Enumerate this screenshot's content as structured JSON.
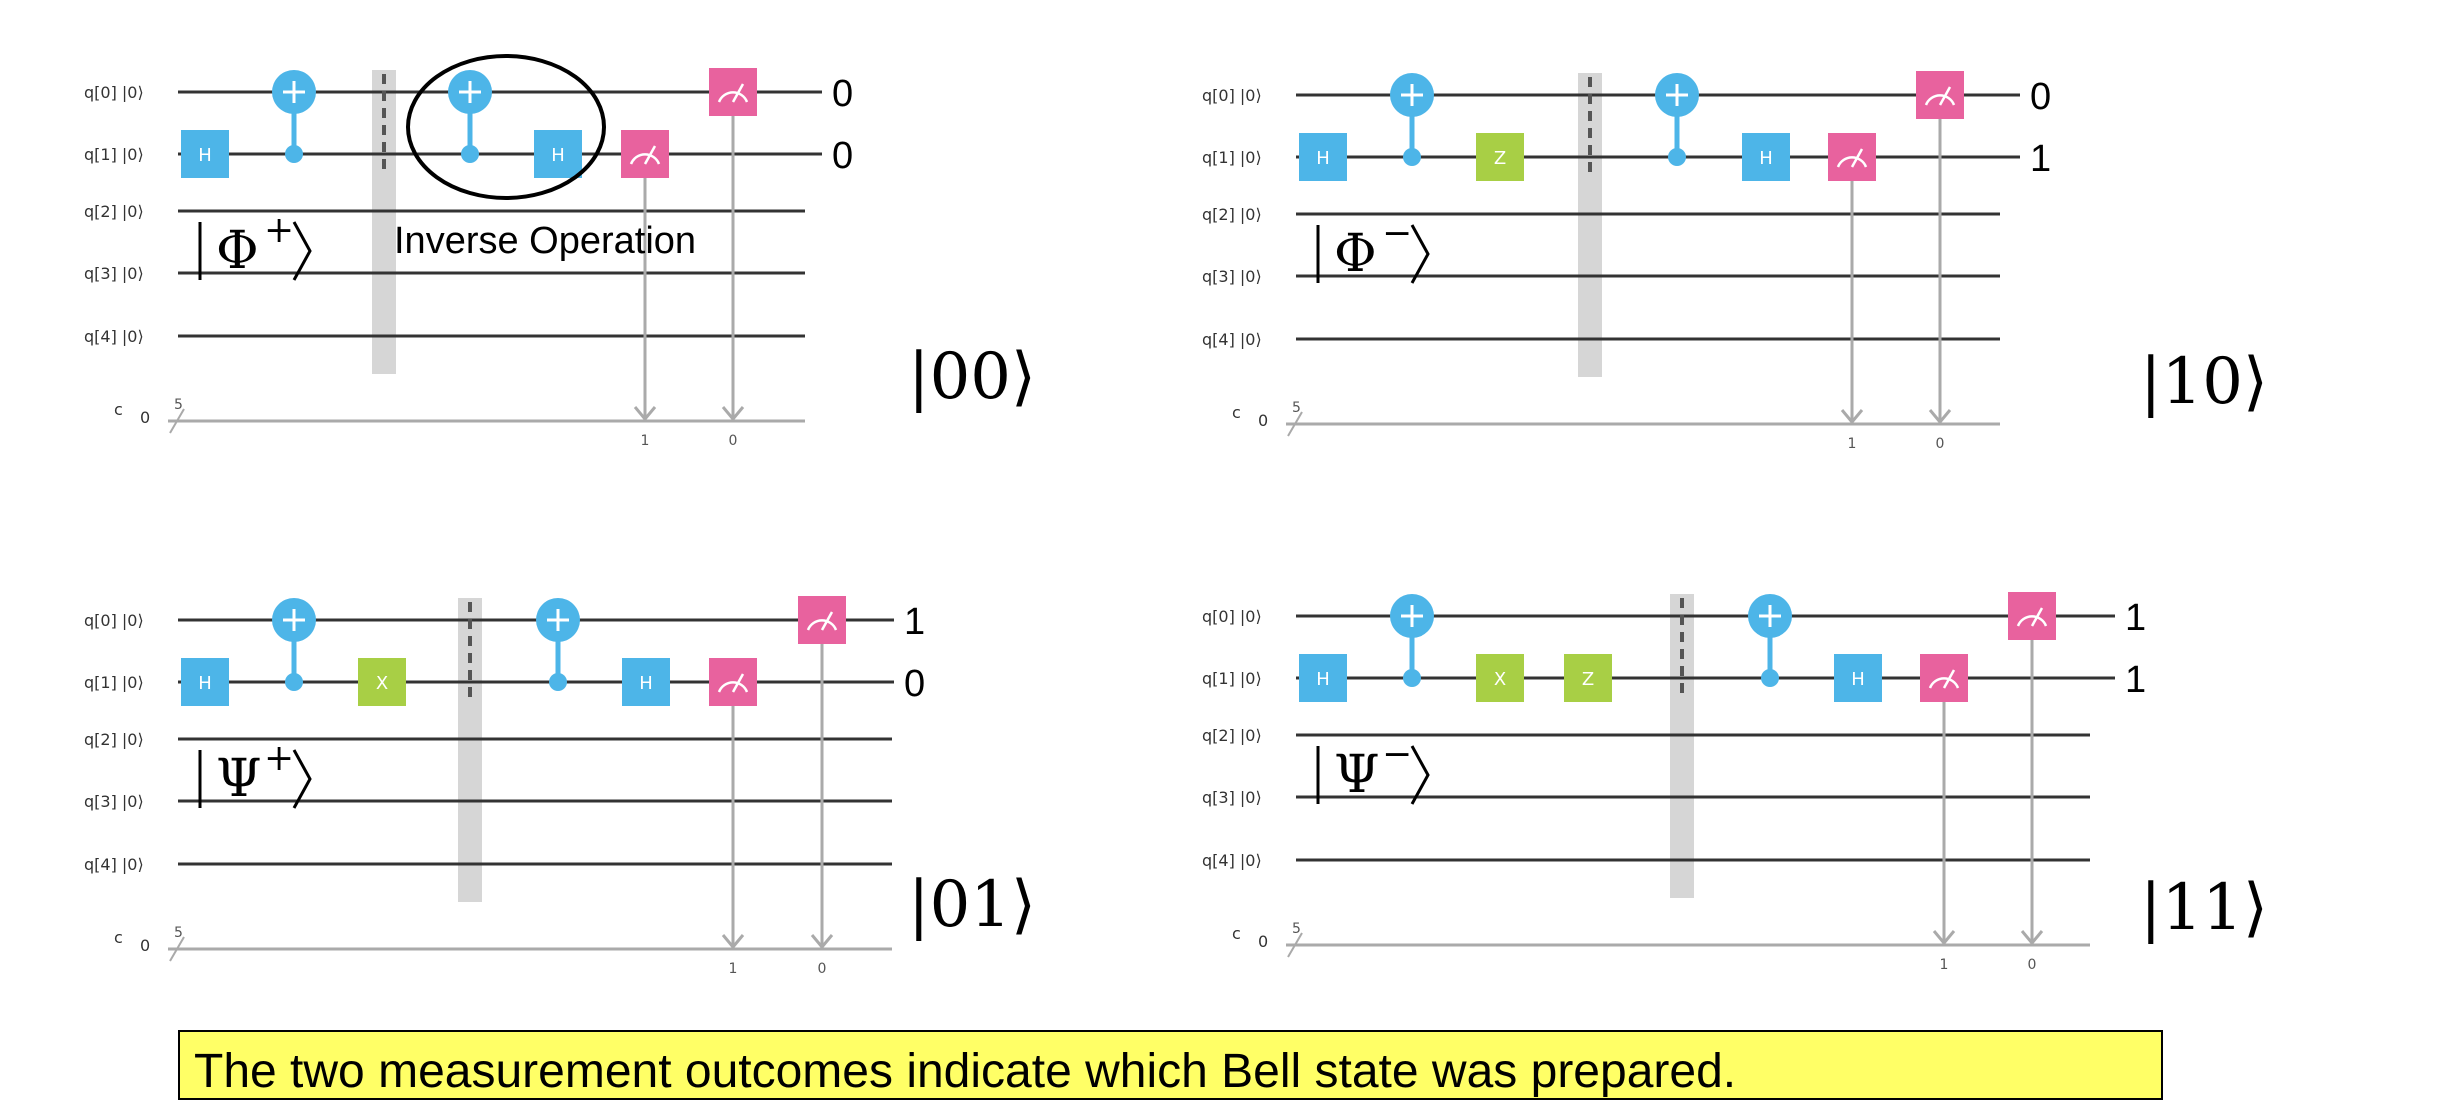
{
  "colors": {
    "cnot": "#4db5e8",
    "hadamard": "#4db5e8",
    "pauli": "#a8cf45",
    "measure": "#e8629e",
    "wire": "#333333",
    "classical_wire": "#aaaaaa",
    "barrier": "#d6d6d6",
    "caption_bg": "#ffff66"
  },
  "annotation": "Inverse Operation",
  "caption": "The two measurement outcomes indicate which Bell state was prepared.",
  "panels": [
    {
      "id": "phi-plus",
      "qubits": [
        "q[0] |0⟩",
        "q[1] |0⟩",
        "q[2] |0⟩",
        "q[3] |0⟩",
        "q[4] |0⟩"
      ],
      "classical": {
        "label": "c",
        "value": "0",
        "width": "5"
      },
      "bell_state": {
        "letter": "Φ",
        "sign": "+"
      },
      "prep_gates": [],
      "outcomes": [
        "0",
        "0"
      ],
      "result_ket": "|00⟩",
      "bit_labels": [
        "1",
        "0"
      ]
    },
    {
      "id": "phi-minus",
      "qubits": [
        "q[0] |0⟩",
        "q[1] |0⟩",
        "q[2] |0⟩",
        "q[3] |0⟩",
        "q[4] |0⟩"
      ],
      "classical": {
        "label": "c",
        "value": "0",
        "width": "5"
      },
      "bell_state": {
        "letter": "Φ",
        "sign": "−"
      },
      "prep_gates": [
        "Z"
      ],
      "outcomes": [
        "0",
        "1"
      ],
      "result_ket": "|10⟩",
      "bit_labels": [
        "1",
        "0"
      ]
    },
    {
      "id": "psi-plus",
      "qubits": [
        "q[0] |0⟩",
        "q[1] |0⟩",
        "q[2] |0⟩",
        "q[3] |0⟩",
        "q[4] |0⟩"
      ],
      "classical": {
        "label": "c",
        "value": "0",
        "width": "5"
      },
      "bell_state": {
        "letter": "Ψ",
        "sign": "+"
      },
      "prep_gates": [
        "X"
      ],
      "outcomes": [
        "1",
        "0"
      ],
      "result_ket": "|01⟩",
      "bit_labels": [
        "1",
        "0"
      ]
    },
    {
      "id": "psi-minus",
      "qubits": [
        "q[0] |0⟩",
        "q[1] |0⟩",
        "q[2] |0⟩",
        "q[3] |0⟩",
        "q[4] |0⟩"
      ],
      "classical": {
        "label": "c",
        "value": "0",
        "width": "5"
      },
      "bell_state": {
        "letter": "Ψ",
        "sign": "−"
      },
      "prep_gates": [
        "X",
        "Z"
      ],
      "outcomes": [
        "1",
        "1"
      ],
      "result_ket": "|11⟩",
      "bit_labels": [
        "1",
        "0"
      ]
    }
  ],
  "gates": {
    "hadamard": "H",
    "x": "X",
    "z": "Z"
  }
}
